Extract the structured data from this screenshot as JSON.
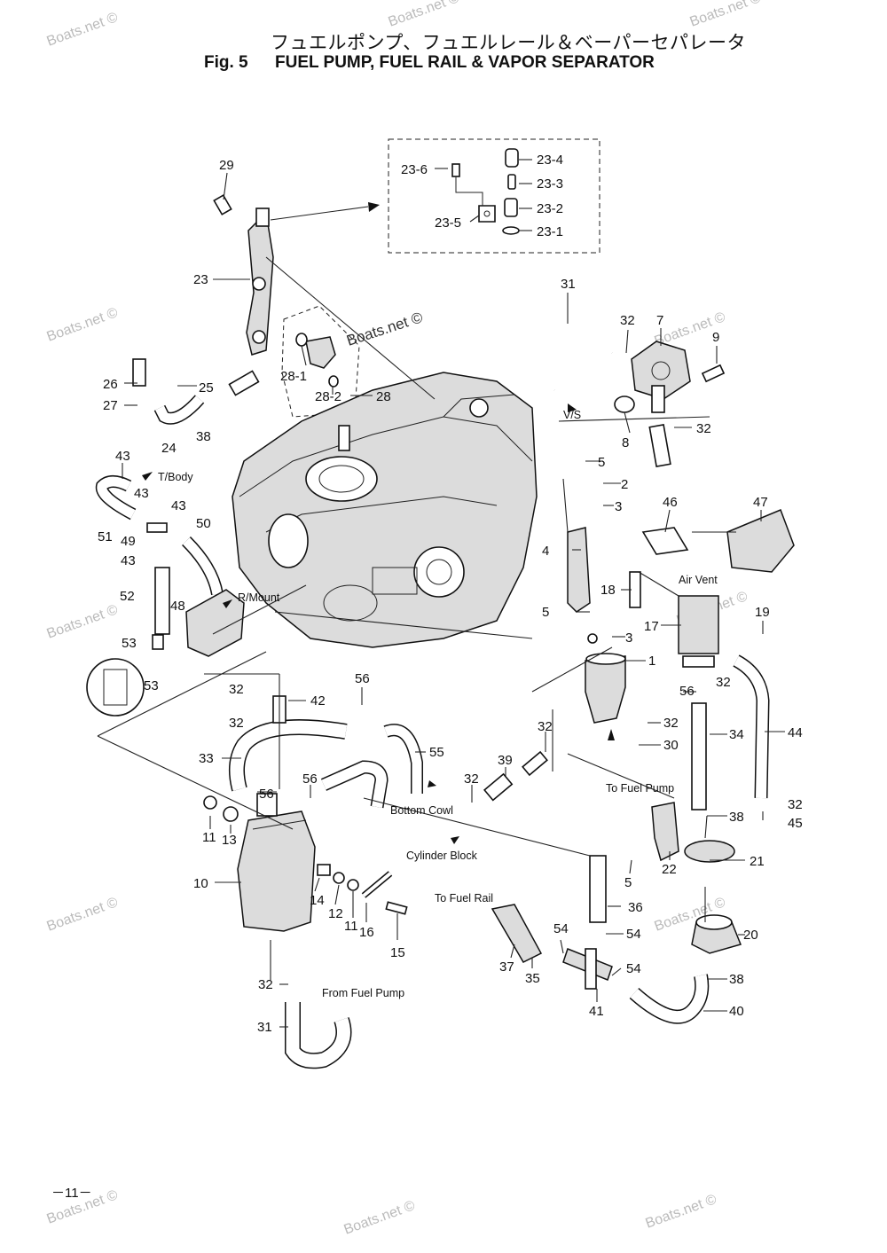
{
  "title": {
    "japanese": "フュエルポンプ、フュエルレール＆ベーパーセパレータ",
    "fig_number": "Fig. 5",
    "english": "FUEL PUMP, FUEL RAIL  & VAPOR SEPARATOR"
  },
  "page_number": "－11－",
  "watermark": "Boats.net ©",
  "callouts": [
    "29",
    "23-6",
    "23-4",
    "23-3",
    "23-2",
    "23-5",
    "23-1",
    "23",
    "31",
    "32",
    "7",
    "9",
    "28-1",
    "28-2",
    "28",
    "26",
    "25",
    "27",
    "24",
    "38",
    "8",
    "32",
    "5",
    "2",
    "3",
    "46",
    "47",
    "43",
    "51",
    "49",
    "43",
    "50",
    "43",
    "43",
    "52",
    "48",
    "53",
    "53",
    "4",
    "18",
    "5",
    "19",
    "17",
    "3",
    "1",
    "32",
    "42",
    "56",
    "32",
    "33",
    "56",
    "55",
    "32",
    "39",
    "32",
    "34",
    "44",
    "56",
    "32",
    "30",
    "32",
    "11",
    "13",
    "10",
    "14",
    "12",
    "11",
    "16",
    "15",
    "56",
    "38",
    "22",
    "21",
    "5",
    "36",
    "45",
    "32",
    "54",
    "37",
    "35",
    "54",
    "54",
    "20",
    "41",
    "38",
    "40",
    "32",
    "31"
  ],
  "notes": {
    "vs": "V/S",
    "tbody": "T/Body",
    "rmount": "R/Mount",
    "air_vent": "Air Vent",
    "to_fuel_pump": "To Fuel Pump",
    "bottom_cowl": "Bottom Cowl",
    "cylinder_block": "Cylinder Block",
    "to_fuel_rail": "To Fuel Rail",
    "from_fuel_pump": "From Fuel Pump"
  }
}
